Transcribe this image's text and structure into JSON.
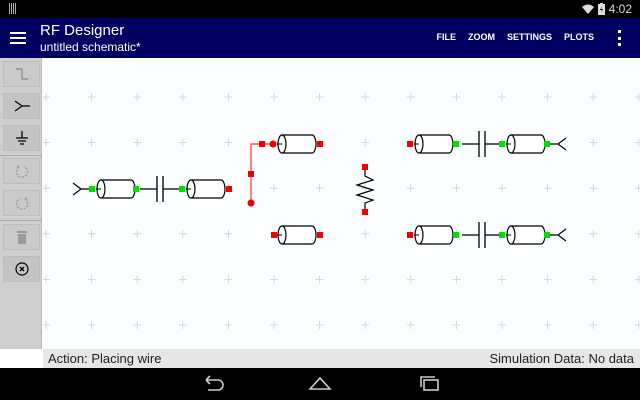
{
  "status_bar": {
    "time": "4:02",
    "icons": [
      "wifi-icon",
      "battery-charging-icon"
    ]
  },
  "app_bar": {
    "title": "RF Designer",
    "subtitle": "untitled schematic*",
    "actions": [
      "FILE",
      "ZOOM",
      "SETTINGS",
      "PLOTS"
    ]
  },
  "toolbar": {
    "tools": [
      {
        "name": "wire-tool",
        "enabled": false
      },
      {
        "name": "port-tool",
        "enabled": true
      },
      {
        "name": "ground-tool",
        "enabled": true
      },
      {
        "name": "rotate-ccw-tool",
        "enabled": false
      },
      {
        "name": "rotate-cw-tool",
        "enabled": false
      },
      {
        "name": "delete-tool",
        "enabled": false
      },
      {
        "name": "cancel-tool",
        "enabled": true
      }
    ]
  },
  "info_bar": {
    "action": "Action: Placing wire",
    "simulation": "Simulation Data: No data"
  },
  "colors": {
    "app_bar": "#000060",
    "connected": "#00dd00",
    "unconnected": "#ee0000",
    "wire_active": "#ff5050"
  }
}
